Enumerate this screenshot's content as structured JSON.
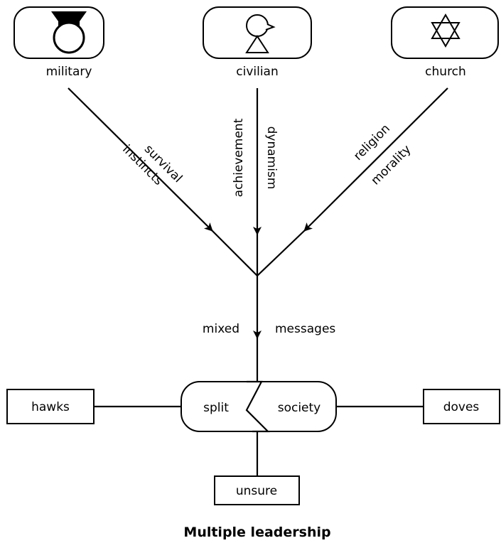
{
  "sources": [
    {
      "label": "military",
      "icon": "helmet-icon"
    },
    {
      "label": "civilian",
      "icon": "person-icon"
    },
    {
      "label": "church",
      "icon": "star-of-david-icon"
    }
  ],
  "flows": {
    "left": [
      "survival",
      "instincts"
    ],
    "center": [
      "dynamism",
      "achievement"
    ],
    "right": [
      "religion",
      "morality"
    ]
  },
  "merged": {
    "left": "mixed",
    "right": "messages"
  },
  "center_node": {
    "left": "split",
    "right": "society"
  },
  "outcomes": {
    "left": "hawks",
    "right": "doves",
    "bottom": "unsure"
  },
  "caption": "Multiple leadership"
}
